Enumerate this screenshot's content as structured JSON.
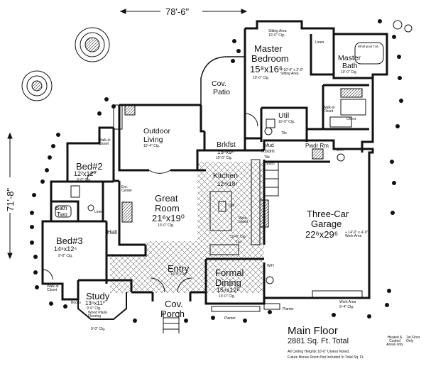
{
  "overall_width": "78'-6\"",
  "overall_depth": "71'-8\"",
  "rooms": {
    "master_bedroom": {
      "name_1": "Master",
      "name_2": "Bedroom",
      "dims": "15⁸x16⁶",
      "ceiling": "10'-0\" Clg.",
      "note": "+ 10'-0\" x 2'-0\" Sitting Area"
    },
    "sitting_area": {
      "name": "Sitting Area",
      "ceiling": "10'-0\" Clg."
    },
    "linen_top": "Linen",
    "whirlpool": "Whirl-pool Tub",
    "master_bath": {
      "name_1": "Master",
      "name_2": "Bath",
      "ceiling": "10'-0\" Clg."
    },
    "walkin_master": "Walk-in Closet",
    "chest": "Chest",
    "cov_patio": {
      "name_1": "Cov.",
      "name_2": "Patio"
    },
    "util": {
      "name": "Util",
      "ceiling": "10'-0\" Clg.",
      "tile": "Tile"
    },
    "outdoor_living": {
      "name_1": "Outdoor",
      "name_2": "Living",
      "ceiling": "10'-4\" Clg."
    },
    "brkfst": {
      "name": "Brkfst",
      "dims": "13⁶x9⁸",
      "ceiling": "10'-0\" Clg."
    },
    "mud_room": {
      "name_1": "Mud",
      "name_2": "Room",
      "tile": "Tile"
    },
    "pwder_rm": "Pwdr Rm",
    "kitchen": {
      "name": "Kitchen",
      "dims": "12⁸x18⁴"
    },
    "bed2": {
      "name": "Bed#2",
      "dims": "12²x12⁰",
      "ceiling": "9'-0\" Clg."
    },
    "walkin_bed2": "Walk-in Closet",
    "great_room": {
      "name_1": "Great",
      "name_2": "Room",
      "dims": "21⁶x19⁰",
      "ceiling": "10'-0\" Clg."
    },
    "dw": "DW",
    "work_island": "Work Island",
    "kitchen_ceiling": "10'-0\" Clg.",
    "kitchen_tile": "Tile",
    "three_car_garage": {
      "name": "Three-Car",
      "name_2": "Garage",
      "dims": "22⁶x29⁶",
      "note": "+ 14'-0\" x 4'-0\" Work Area"
    },
    "bath_two": {
      "name_1": "Bath",
      "name_2": "Two"
    },
    "linen_bath": "Linen",
    "ent_center": "Ent. Center",
    "hall": "Hall",
    "bed3": {
      "name": "Bed#3",
      "dims": "14⁸x12⁴",
      "ceiling": "9'-0\" Clg."
    },
    "books": "Books",
    "entry": {
      "name": "Entry",
      "ceiling": "10'-0\" Clg."
    },
    "formal_dining": {
      "name_1": "Formal",
      "name_2": "Dining",
      "dims": "15⁴x12⁶",
      "ceiling": "10'-0\" Clg."
    },
    "wh": "W/H",
    "walkin_bed3": "Walk-in Closet",
    "study": {
      "name": "Study",
      "dims": "13⁴x11⁰",
      "ceiling": "9'-0\" Clg.",
      "floor": "Wood Plank Flooring"
    },
    "study_bay": "9'-0\" Clg.",
    "cov_porch": {
      "name_1": "Cov.",
      "name_2": "Porch"
    },
    "planter_left": "Planter",
    "planter_right": "Planter",
    "work_area": {
      "name": "Work Area",
      "ceiling": "9'-4\" Clg."
    },
    "stairs": "Stairs"
  },
  "title_block": {
    "heading": "Main Floor",
    "sqft": "2881 Sq. Ft. Total",
    "heated": "Heated & Cooled Areas only",
    "floor_note": "1st Floor Only",
    "note1": "All Ceiling Heights 10'-0\" Unless Noted.",
    "note2": "Future Bonus Room Not Included In Total Sq. Ft."
  }
}
